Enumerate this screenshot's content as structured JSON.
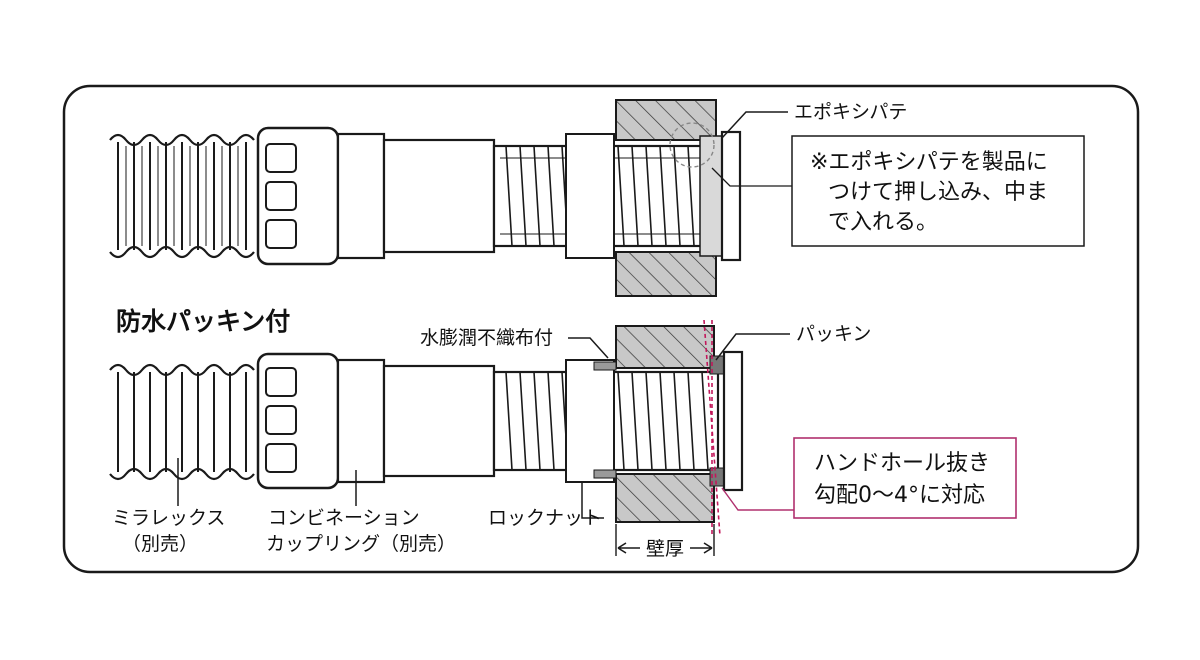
{
  "title": "防水パッキン付",
  "labels": {
    "epoxy_putty": "エポキシパテ",
    "water_swelling_fabric": "水膨潤不織布付",
    "packing": "パッキン",
    "miralex_line1": "ミラレックス",
    "miralex_line2": "（別売）",
    "coupling_line1": "コンビネーション",
    "coupling_line2": "カップリング（別売）",
    "lock_nut": "ロックナット",
    "wall_thickness": "壁厚"
  },
  "note_box": {
    "lines": [
      "※エポキシパテを製品に",
      "つけて押し込み、中ま",
      "で入れる。"
    ]
  },
  "handhole_box": {
    "lines": [
      "ハンドホール抜き",
      "勾配0〜4°に対応"
    ],
    "border_color": "#b0306e"
  },
  "colors": {
    "line": "#1a1a1a",
    "gray_fill": "#c8c8c8",
    "accent": "#c2185b"
  }
}
